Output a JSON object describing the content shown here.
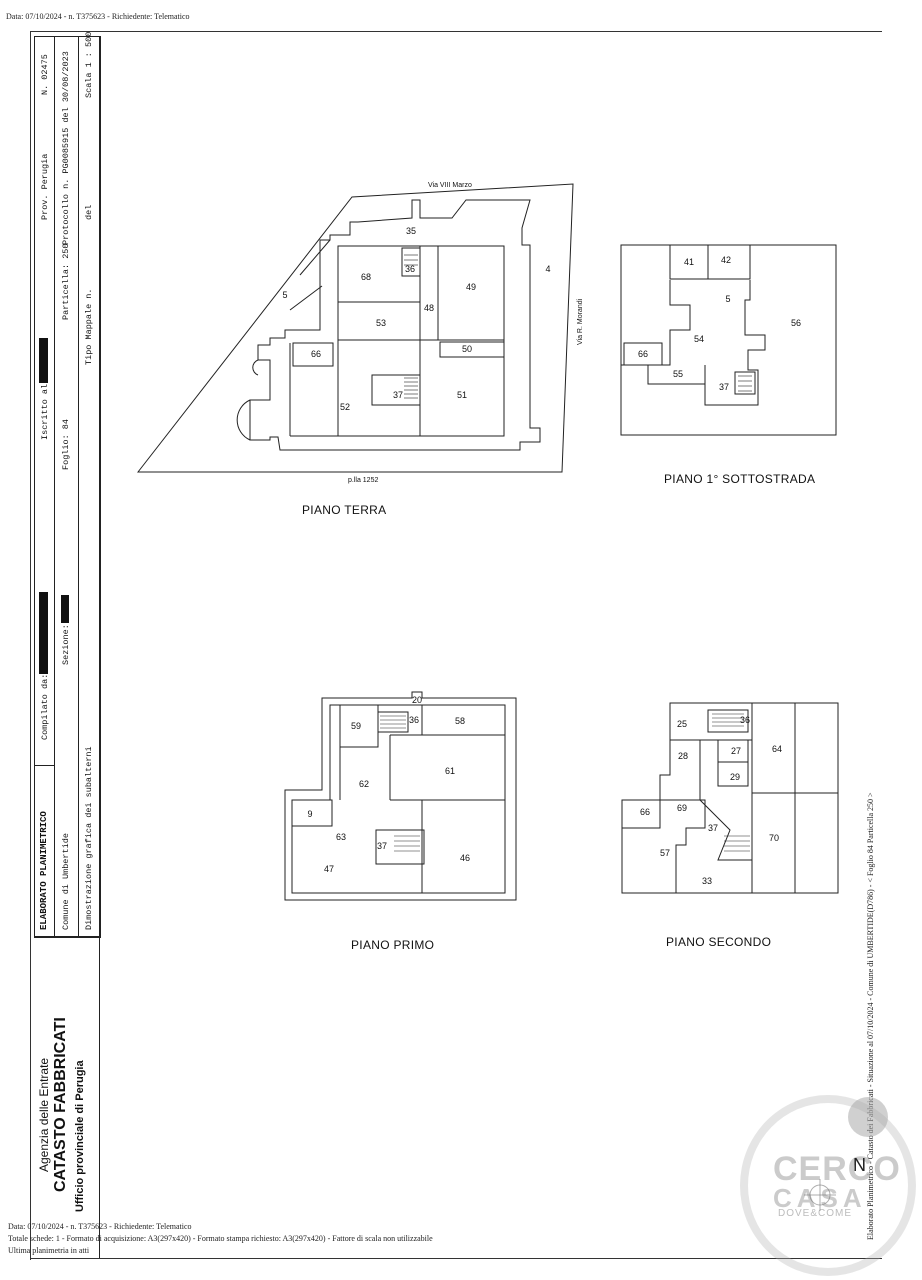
{
  "header": {
    "line": "Data: 07/10/2024 - n. T375623 - Richiedente: Telematico"
  },
  "form": {
    "elaborato": "ELABORATO PLANIMETRICO",
    "compilato_da": "Compilato da:",
    "iscritto": "Iscritto all'albo:",
    "prov": "Prov. Perugia",
    "n": "N. 02475",
    "comune": "Comune di Umbertide",
    "sezione": "Sezione:",
    "foglio": "Foglio: 84",
    "particella": "Particella: 250",
    "protocollo": "Protocollo n.  PG0085915  del 30/08/2023",
    "dimostrazione": "Dimostrazione grafica dei subalterni",
    "tipo_mappale": "Tipo Mappale n.",
    "del": "del",
    "scala": "Scala 1 : 500"
  },
  "agency": {
    "line1": "Agenzia delle Entrate",
    "line2": "CATASTO FABBRICATI",
    "line3": "Ufficio provinciale di  Perugia"
  },
  "side_note": "Elaborato Planimetrico - Catasto dei Fabbricati - Situazione al 07/10/2024 - Comune di UMBERTIDE(D786) - < Foglio 84 Particella 250 >",
  "footer": {
    "line1": "Data: 07/10/2024 - n. T375623 - Richiedente: Telematico",
    "line2": "Totale schede: 1 - Formato di acquisizione: A3(297x420)  - Formato stampa richiesto: A3(297x420) - Fattore di scala non utilizzabile",
    "line3": "Ultima planimetria in atti"
  },
  "watermark": {
    "word1": "CERCO",
    "word2": "CASA",
    "tag": "DOVE&COME",
    "north": "N"
  },
  "floors": {
    "terra": {
      "title": "PIANO TERRA",
      "streets": [
        "Via VIII Marzo",
        "Via R. Morandi",
        "p.lla 1252"
      ],
      "labels": [
        "35",
        "36",
        "68",
        "48",
        "49",
        "4",
        "5",
        "53",
        "50",
        "66",
        "37",
        "52",
        "51"
      ]
    },
    "sottostrada": {
      "title": "PIANO 1° SOTTOSTRADA",
      "labels": [
        "41",
        "42",
        "5",
        "56",
        "54",
        "66",
        "55",
        "37"
      ]
    },
    "primo": {
      "title": "PIANO PRIMO",
      "labels": [
        "20",
        "59",
        "36",
        "58",
        "62",
        "61",
        "9",
        "63",
        "37",
        "47",
        "46"
      ]
    },
    "secondo": {
      "title": "PIANO SECONDO",
      "labels": [
        "25",
        "36",
        "28",
        "27",
        "64",
        "29",
        "66",
        "69",
        "37",
        "70",
        "57",
        "33"
      ]
    }
  }
}
